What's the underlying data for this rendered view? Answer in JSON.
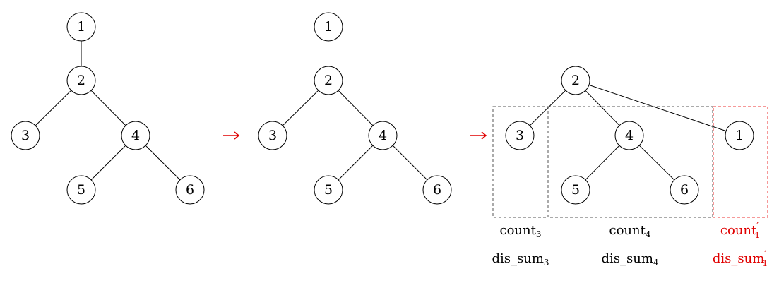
{
  "steps": [
    {
      "nodes": [
        {
          "id": "1"
        },
        {
          "id": "2"
        },
        {
          "id": "3"
        },
        {
          "id": "4"
        },
        {
          "id": "5"
        },
        {
          "id": "6"
        }
      ],
      "edges": [
        [
          "1",
          "2"
        ],
        [
          "2",
          "3"
        ],
        [
          "2",
          "4"
        ],
        [
          "4",
          "5"
        ],
        [
          "4",
          "6"
        ]
      ]
    },
    {
      "nodes": [
        {
          "id": "1"
        },
        {
          "id": "2"
        },
        {
          "id": "3"
        },
        {
          "id": "4"
        },
        {
          "id": "5"
        },
        {
          "id": "6"
        }
      ],
      "edges": [
        [
          "2",
          "3"
        ],
        [
          "2",
          "4"
        ],
        [
          "4",
          "5"
        ],
        [
          "4",
          "6"
        ]
      ]
    },
    {
      "nodes": [
        {
          "id": "2"
        },
        {
          "id": "3"
        },
        {
          "id": "4"
        },
        {
          "id": "5"
        },
        {
          "id": "6"
        },
        {
          "id": "1"
        }
      ],
      "edges": [
        [
          "2",
          "3"
        ],
        [
          "2",
          "4"
        ],
        [
          "2",
          "1"
        ],
        [
          "4",
          "5"
        ],
        [
          "4",
          "6"
        ]
      ]
    }
  ],
  "groups": [
    {
      "count_base": "count",
      "count_sub": "3",
      "dis_base": "dis_sum",
      "dis_sub": "3",
      "color": "#555555",
      "prime": false
    },
    {
      "count_base": "count",
      "count_sub": "4",
      "dis_base": "dis_sum",
      "dis_sub": "4",
      "color": "#555555",
      "prime": false
    },
    {
      "count_base": "count",
      "count_sub": "1",
      "dis_base": "dis_sum",
      "dis_sub": "1",
      "color": "#ee3333",
      "prime": true,
      "prime_mark": "′"
    }
  ],
  "arrow_symbol": "→",
  "colors": {
    "arrow": "#e00000",
    "highlight": "#e00000",
    "stroke": "#000000"
  }
}
